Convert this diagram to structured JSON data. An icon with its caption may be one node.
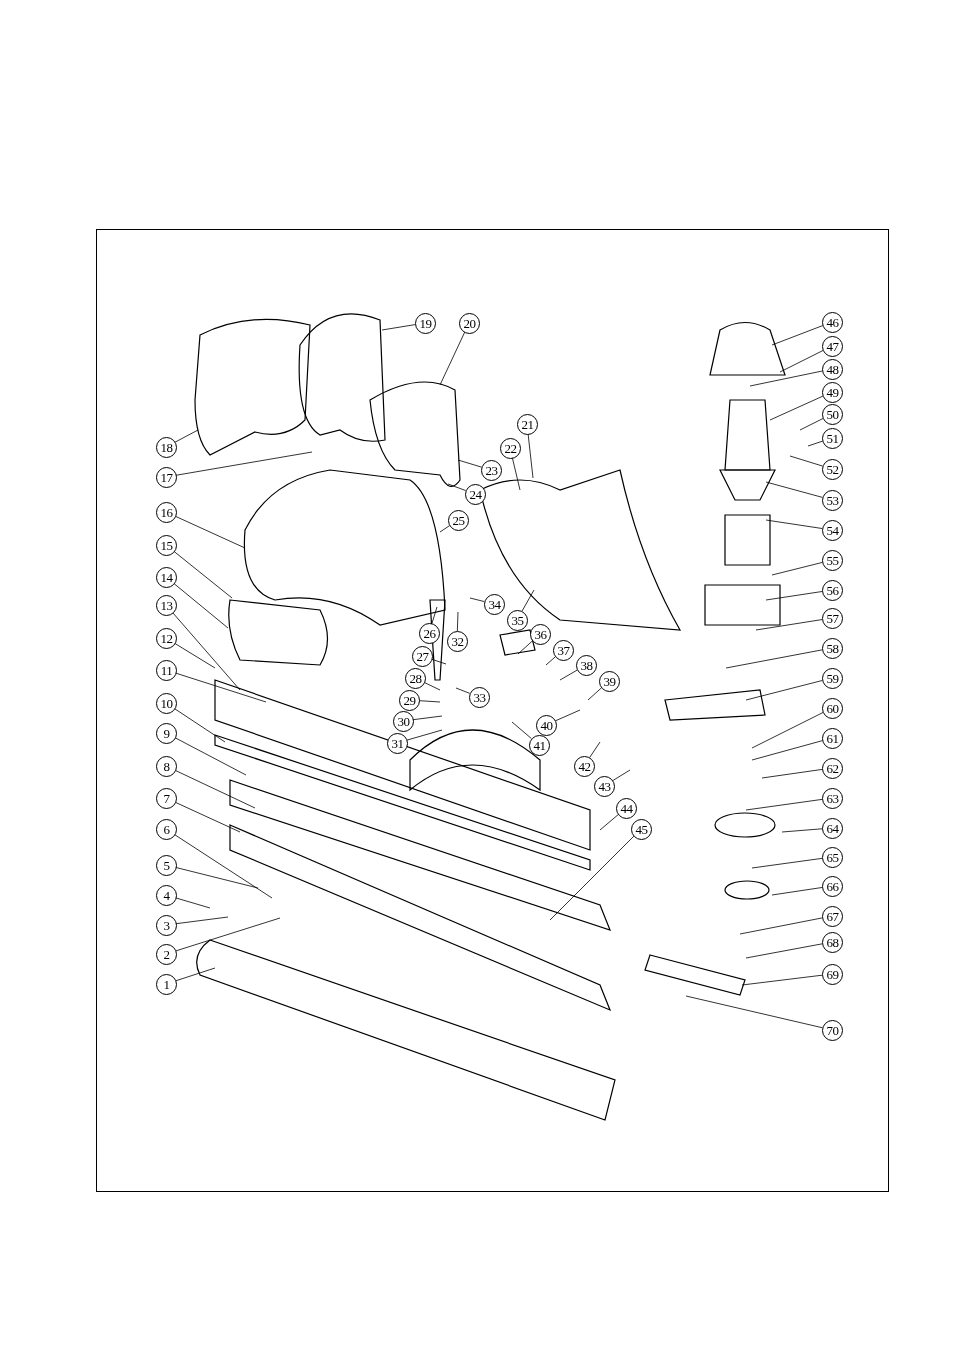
{
  "diagram": {
    "nodes": [
      {
        "text": [
          "1"
        ]
      },
      {
        "text": [
          "2"
        ]
      },
      {
        "text": [
          "3"
        ]
      },
      {
        "text": [
          "4"
        ]
      },
      {
        "text": [
          "5"
        ]
      },
      {
        "text": [
          "6"
        ]
      },
      {
        "text": [
          "7"
        ]
      },
      {
        "text": [
          "8"
        ]
      },
      {
        "text": [
          "9"
        ]
      },
      {
        "text": [
          "10"
        ]
      },
      {
        "text": [
          "11"
        ]
      },
      {
        "text": [
          "12"
        ]
      },
      {
        "text": [
          "13"
        ]
      },
      {
        "text": [
          "14"
        ]
      },
      {
        "text": [
          "15"
        ]
      },
      {
        "text": [
          "16"
        ]
      },
      {
        "text": [
          "17"
        ]
      },
      {
        "text": [
          "18"
        ]
      },
      {
        "text": [
          "19"
        ]
      },
      {
        "text": [
          "20"
        ]
      },
      {
        "text": [
          "21"
        ]
      },
      {
        "text": [
          "22"
        ]
      },
      {
        "text": [
          "23"
        ]
      },
      {
        "text": [
          "24"
        ]
      },
      {
        "text": [
          "25"
        ]
      },
      {
        "text": [
          "26"
        ]
      },
      {
        "text": [
          "27"
        ]
      },
      {
        "text": [
          "28"
        ]
      },
      {
        "text": [
          "29"
        ]
      },
      {
        "text": [
          "30"
        ]
      },
      {
        "text": [
          "31"
        ]
      },
      {
        "text": [
          "32"
        ]
      },
      {
        "text": [
          "33"
        ]
      },
      {
        "text": [
          "34"
        ]
      },
      {
        "text": [
          "35"
        ]
      },
      {
        "text": [
          "36"
        ]
      },
      {
        "text": [
          "37"
        ]
      },
      {
        "text": [
          "38"
        ]
      },
      {
        "text": [
          "39"
        ]
      },
      {
        "text": [
          "40"
        ]
      },
      {
        "text": [
          "41"
        ]
      },
      {
        "text": [
          "42"
        ]
      },
      {
        "text": [
          "43"
        ]
      },
      {
        "text": [
          "44"
        ]
      },
      {
        "text": [
          "45"
        ]
      },
      {
        "text": [
          "46"
        ]
      },
      {
        "text": [
          "47"
        ]
      },
      {
        "text": [
          "48"
        ]
      },
      {
        "text": [
          "49"
        ]
      },
      {
        "text": [
          "50"
        ]
      },
      {
        "text": [
          "51"
        ]
      },
      {
        "text": [
          "52"
        ]
      },
      {
        "text": [
          "53"
        ]
      },
      {
        "text": [
          "54"
        ]
      },
      {
        "text": [
          "55"
        ]
      },
      {
        "text": [
          "56"
        ]
      },
      {
        "text": [
          "57"
        ]
      },
      {
        "text": [
          "58"
        ]
      },
      {
        "text": [
          "59"
        ]
      },
      {
        "text": [
          "60"
        ]
      },
      {
        "text": [
          "61"
        ]
      },
      {
        "text": [
          "62"
        ]
      },
      {
        "text": [
          "63"
        ]
      },
      {
        "text": [
          "64"
        ]
      },
      {
        "text": [
          "65"
        ]
      },
      {
        "text": [
          "66"
        ]
      },
      {
        "text": [
          "67"
        ]
      },
      {
        "text": [
          "68"
        ]
      },
      {
        "text": [
          "69"
        ]
      },
      {
        "text": [
          "70"
        ]
      }
    ],
    "edges": [
      {
        "from": 0,
        "to": null,
        "arrow": "none"
      },
      {
        "from": 1,
        "to": null,
        "arrow": "none"
      },
      {
        "from": 2,
        "to": null,
        "arrow": "none"
      },
      {
        "from": 3,
        "to": null,
        "arrow": "none"
      },
      {
        "from": 4,
        "to": null,
        "arrow": "none"
      },
      {
        "from": 5,
        "to": null,
        "arrow": "none"
      },
      {
        "from": 6,
        "to": null,
        "arrow": "none"
      },
      {
        "from": 7,
        "to": null,
        "arrow": "none"
      },
      {
        "from": 8,
        "to": null,
        "arrow": "none"
      },
      {
        "from": 9,
        "to": null,
        "arrow": "none"
      },
      {
        "from": 10,
        "to": null,
        "arrow": "none"
      },
      {
        "from": 11,
        "to": null,
        "arrow": "none"
      },
      {
        "from": 12,
        "to": null,
        "arrow": "none"
      },
      {
        "from": 13,
        "to": null,
        "arrow": "none"
      },
      {
        "from": 14,
        "to": null,
        "arrow": "none"
      },
      {
        "from": 15,
        "to": null,
        "arrow": "none"
      },
      {
        "from": 16,
        "to": null,
        "arrow": "none"
      },
      {
        "from": 17,
        "to": null,
        "arrow": "none"
      },
      {
        "from": 18,
        "to": null,
        "arrow": "none"
      },
      {
        "from": 19,
        "to": null,
        "arrow": "none"
      },
      {
        "from": 20,
        "to": null,
        "arrow": "none"
      },
      {
        "from": 21,
        "to": null,
        "arrow": "none"
      },
      {
        "from": 22,
        "to": null,
        "arrow": "none"
      },
      {
        "from": 23,
        "to": null,
        "arrow": "none"
      },
      {
        "from": 24,
        "to": null,
        "arrow": "none"
      },
      {
        "from": 25,
        "to": null,
        "arrow": "none"
      },
      {
        "from": 26,
        "to": null,
        "arrow": "none"
      },
      {
        "from": 27,
        "to": null,
        "arrow": "none"
      },
      {
        "from": 28,
        "to": null,
        "arrow": "none"
      },
      {
        "from": 29,
        "to": null,
        "arrow": "none"
      },
      {
        "from": 30,
        "to": null,
        "arrow": "none"
      },
      {
        "from": 31,
        "to": null,
        "arrow": "none"
      },
      {
        "from": 32,
        "to": null,
        "arrow": "none"
      },
      {
        "from": 33,
        "to": null,
        "arrow": "none"
      },
      {
        "from": 34,
        "to": null,
        "arrow": "none"
      },
      {
        "from": 35,
        "to": null,
        "arrow": "none"
      },
      {
        "from": 36,
        "to": null,
        "arrow": "none"
      },
      {
        "from": 37,
        "to": null,
        "arrow": "none"
      },
      {
        "from": 38,
        "to": null,
        "arrow": "none"
      },
      {
        "from": 39,
        "to": null,
        "arrow": "none"
      },
      {
        "from": 40,
        "to": null,
        "arrow": "none"
      },
      {
        "from": 41,
        "to": null,
        "arrow": "none"
      },
      {
        "from": 42,
        "to": null,
        "arrow": "none"
      },
      {
        "from": 43,
        "to": null,
        "arrow": "none"
      },
      {
        "from": 44,
        "to": null,
        "arrow": "none"
      },
      {
        "from": 45,
        "to": null,
        "arrow": "none"
      },
      {
        "from": 46,
        "to": null,
        "arrow": "none"
      },
      {
        "from": 47,
        "to": null,
        "arrow": "none"
      },
      {
        "from": 48,
        "to": null,
        "arrow": "none"
      },
      {
        "from": 49,
        "to": null,
        "arrow": "none"
      },
      {
        "from": 50,
        "to": null,
        "arrow": "none"
      },
      {
        "from": 51,
        "to": null,
        "arrow": "none"
      },
      {
        "from": 52,
        "to": null,
        "arrow": "none"
      },
      {
        "from": 53,
        "to": null,
        "arrow": "none"
      },
      {
        "from": 54,
        "to": null,
        "arrow": "none"
      },
      {
        "from": 55,
        "to": null,
        "arrow": "none"
      },
      {
        "from": 56,
        "to": null,
        "arrow": "none"
      },
      {
        "from": 57,
        "to": null,
        "arrow": "none"
      },
      {
        "from": 58,
        "to": null,
        "arrow": "none"
      },
      {
        "from": 59,
        "to": null,
        "arrow": "none"
      },
      {
        "from": 60,
        "to": null,
        "arrow": "none"
      },
      {
        "from": 61,
        "to": null,
        "arrow": "none"
      },
      {
        "from": 62,
        "to": null,
        "arrow": "none"
      },
      {
        "from": 63,
        "to": null,
        "arrow": "none"
      },
      {
        "from": 64,
        "to": null,
        "arrow": "none"
      },
      {
        "from": 65,
        "to": null,
        "arrow": "none"
      },
      {
        "from": 66,
        "to": null,
        "arrow": "none"
      },
      {
        "from": 67,
        "to": null,
        "arrow": "none"
      },
      {
        "from": 68,
        "to": null,
        "arrow": "none"
      },
      {
        "from": 69,
        "to": null,
        "arrow": "none"
      }
    ]
  }
}
